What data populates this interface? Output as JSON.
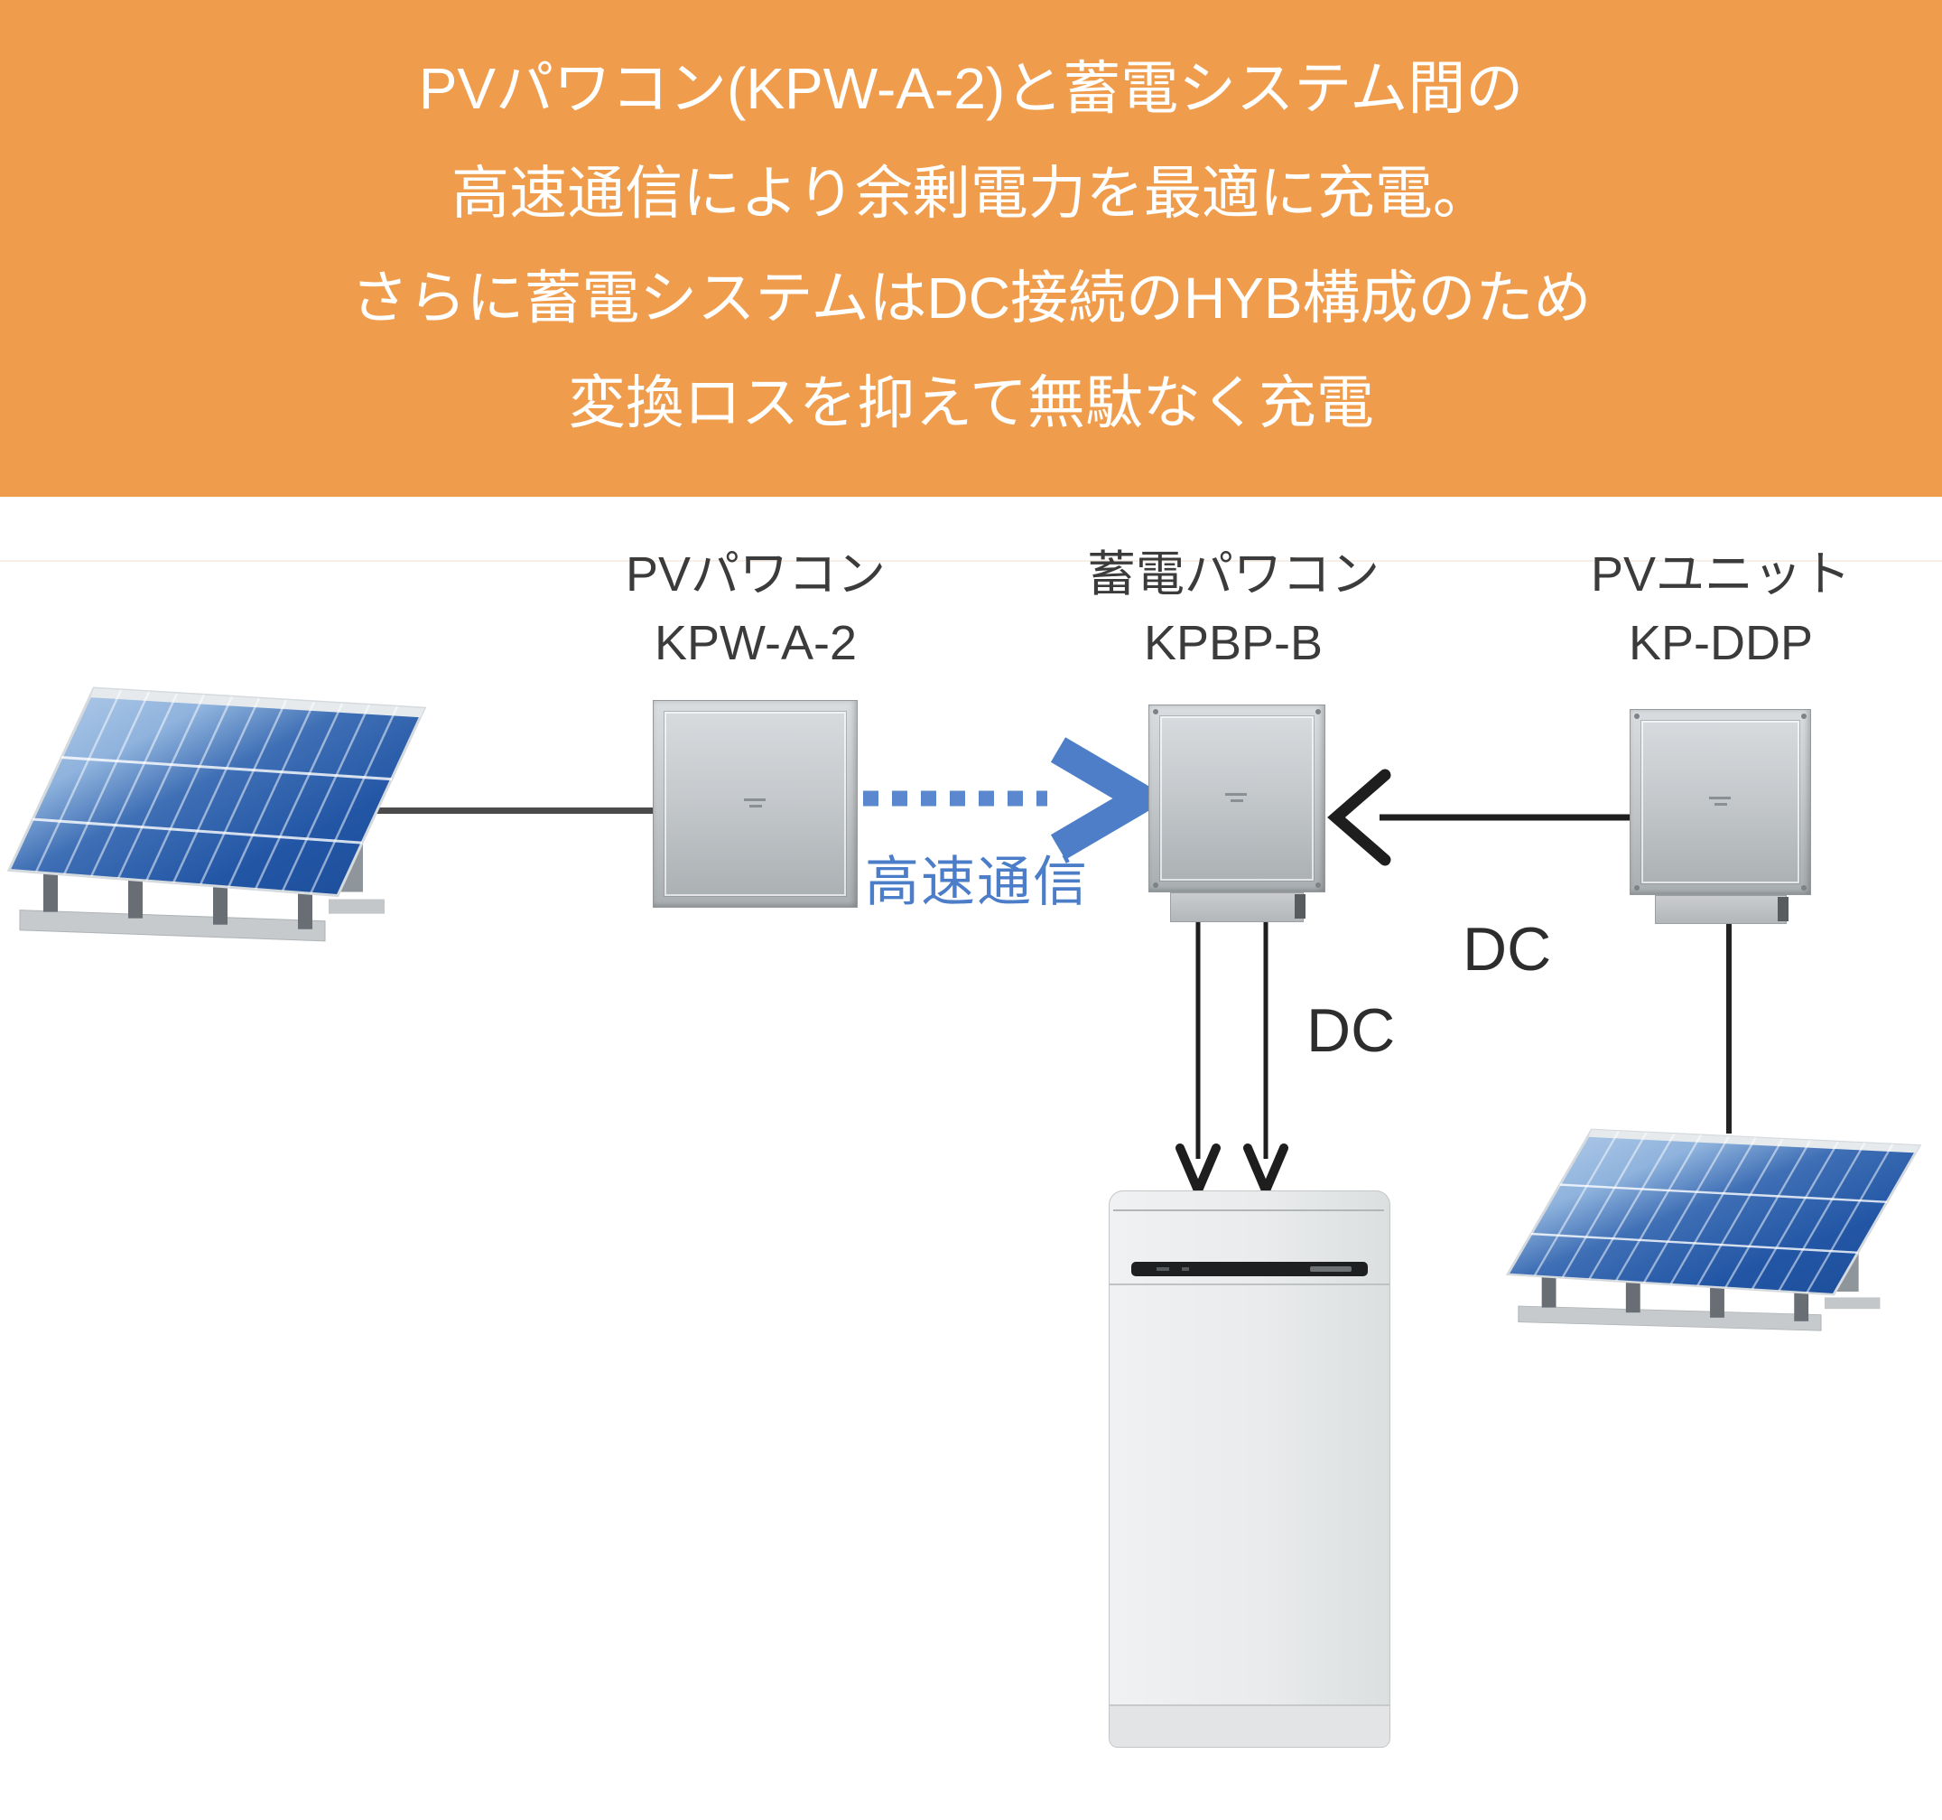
{
  "banner": {
    "bg_color": "#EF9D4D",
    "text_color": "#FFFFFF",
    "lines": [
      "PVパワコン(KPW-A-2)と蓄電システム間の",
      "高速通信により余剰電力を最適に充電。",
      "さらに蓄電システムはDC接続のHYB構成のため",
      "変換ロスを抑えて無駄なく充電"
    ]
  },
  "devices": {
    "pv_inverter": {
      "name": "PVパワコン",
      "model": "KPW-A-2"
    },
    "battery_inverter": {
      "name": "蓄電パワコン",
      "model": "KPBP-B"
    },
    "pv_unit": {
      "name": "PVユニット",
      "model": "KP-DDP"
    }
  },
  "connections": {
    "comm_label": "高速通信",
    "dc_label_horizontal": "DC",
    "dc_label_vertical": "DC"
  },
  "colors": {
    "banner_orange": "#EF9D4D",
    "comm_blue": "#4E7EC8",
    "comm_blue_dots": "#5B87CE",
    "line_black": "#1E1E1E",
    "label_gray": "#3B3B3B"
  }
}
